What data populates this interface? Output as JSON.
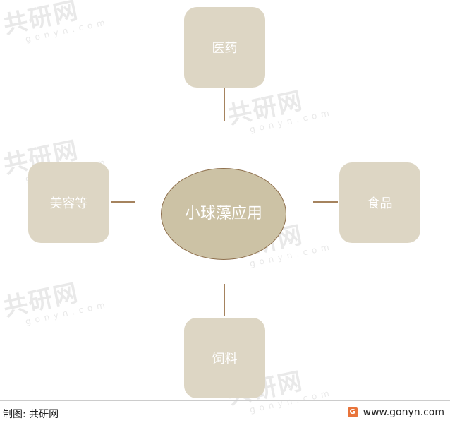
{
  "watermark": {
    "brand": "共研网",
    "site": "gonyn.com"
  },
  "diagram": {
    "center": "小球藻应用",
    "nodes": {
      "top": "医药",
      "right": "食品",
      "bottom": "饲料",
      "left": "美容等"
    }
  },
  "footer": {
    "source": "制图: 共研网",
    "url": "www.gonyn.com"
  },
  "colors": {
    "node_fill": "#ddd6c4",
    "center_fill": "#ccc2a5",
    "center_border": "#8d6e4b",
    "connector": "#a5835e"
  },
  "icons": {
    "footer_logo": "gonyn-logo-icon"
  }
}
